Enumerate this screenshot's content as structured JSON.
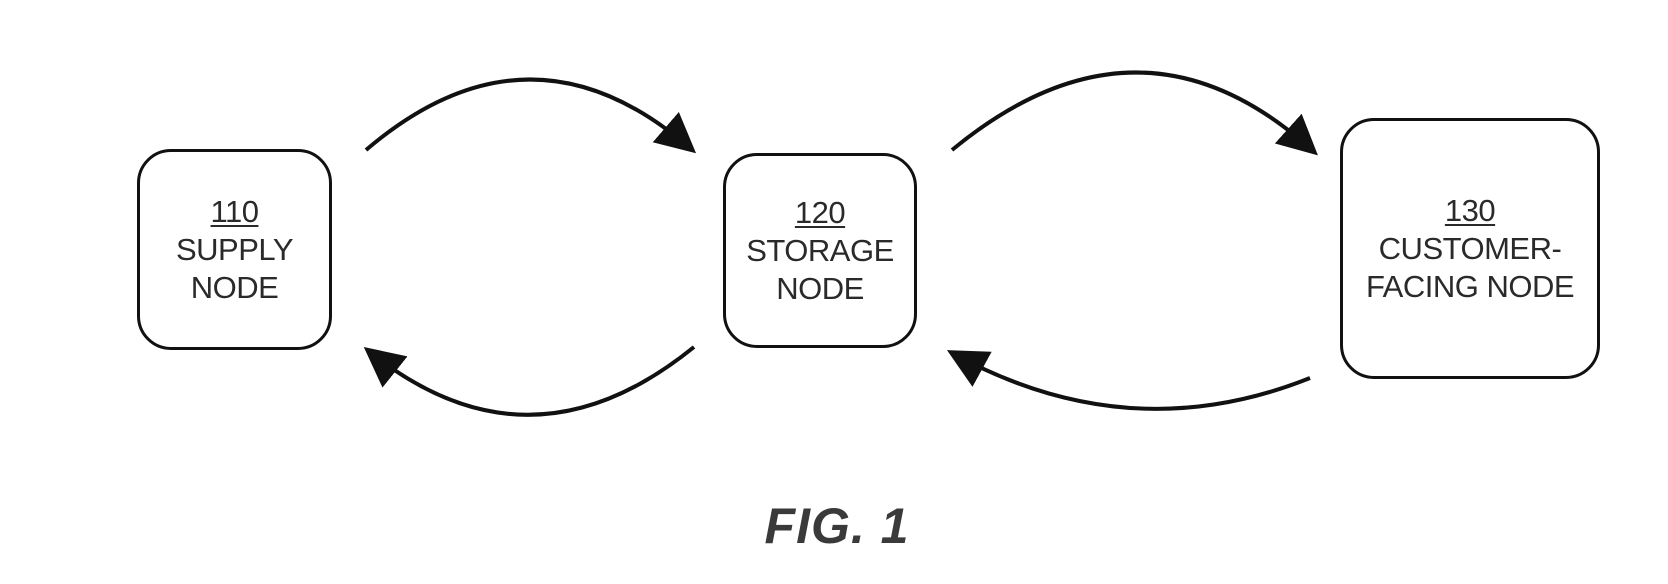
{
  "nodes": {
    "supply": {
      "ref": "110",
      "lines": [
        "SUPPLY",
        "NODE"
      ]
    },
    "storage": {
      "ref": "120",
      "lines": [
        "STORAGE",
        "NODE"
      ]
    },
    "customer": {
      "ref": "130",
      "lines": [
        "CUSTOMER-",
        "FACING NODE"
      ]
    }
  },
  "figure_label": "FIG. 1",
  "colors": {
    "stroke": "#111111",
    "text": "#2a2a2a",
    "background": "#ffffff"
  }
}
